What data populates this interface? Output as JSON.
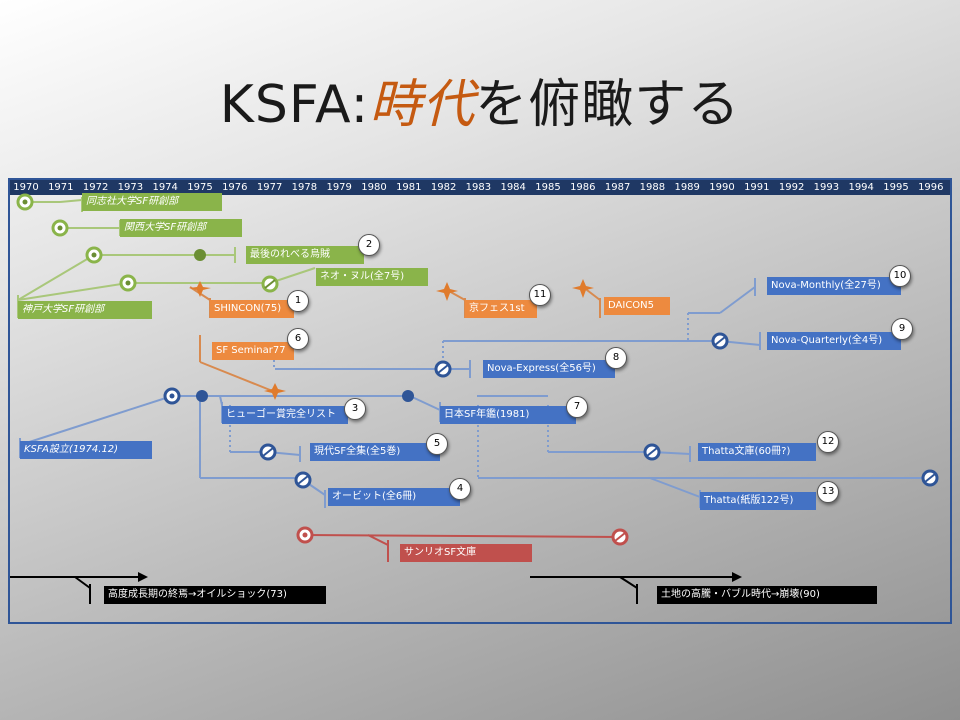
{
  "title": {
    "main": "KSFA:",
    "accent": "時代",
    "rest": "を俯瞰する"
  },
  "years": [
    "1970",
    "1971",
    "1972",
    "1973",
    "1974",
    "1975",
    "1976",
    "1977",
    "1978",
    "1979",
    "1980",
    "1981",
    "1982",
    "1983",
    "1984",
    "1985",
    "1986",
    "1987",
    "1988",
    "1989",
    "1990",
    "1991",
    "1992",
    "1993",
    "1994",
    "1995",
    "1996"
  ],
  "labels": {
    "doshisha": "同志社大学SF研創部",
    "kansai": "関西大学SF研創部",
    "saigo": "最後のれべる烏賊",
    "neonull": "ネオ・ヌル(全7号)",
    "kobe": "神戸大学SF研創部",
    "shincon": "SHINCON(75)",
    "kyofes": "京フェス1st",
    "daicon": "DAICON5",
    "novamonthly": "Nova-Monthly(全27号)",
    "sfseminar": "SF Seminar77",
    "novaquarterly": "Nova-Quarterly(全4号)",
    "novaexpress": "Nova-Express(全56号)",
    "hugo": "ヒューゴー賞完全リスト",
    "nihonsf": "日本SF年鑑(1981)",
    "ksfa": "KSFA設立(1974.12)",
    "gendai": "現代SF全集(全5巻)",
    "thattabunko": "Thatta文庫(60冊?)",
    "orbit": "オービット(全6冊)",
    "thattashihan": "Thatta(紙版122号)",
    "sanrio": "サンリオSF文庫",
    "era1": "高度成長期の終焉→オイルショック(73)",
    "era2": "土地の高騰・バブル時代→崩壊(90)"
  },
  "badges": [
    "1",
    "2",
    "3",
    "4",
    "5",
    "6",
    "7",
    "8",
    "9",
    "10",
    "11",
    "12",
    "13"
  ],
  "colors": {
    "green": "#8ab44a",
    "blue": "#4472c4",
    "orange": "#ed8a3f",
    "red": "#c0504d",
    "navy": "#1f3864"
  }
}
